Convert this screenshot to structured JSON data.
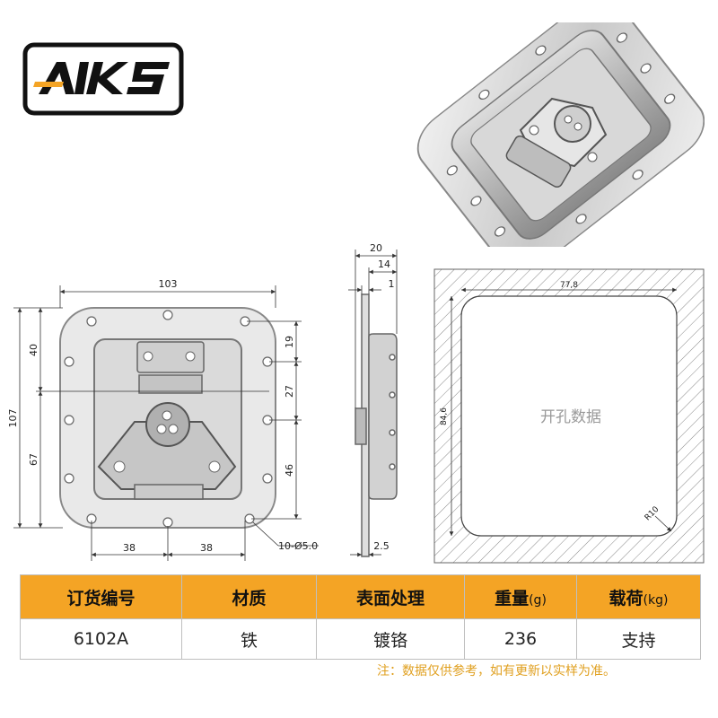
{
  "brand": {
    "logo_text": "AIKS"
  },
  "drawing": {
    "width": "103",
    "height": "107",
    "top_offset": "40",
    "bottom_offset": "67",
    "hole_spacing_left": "38",
    "hole_spacing_right": "38",
    "right_dim_1": "19",
    "right_dim_2": "27",
    "right_dim_3": "46",
    "holes": "10-Ø5.0",
    "side_depth": "20",
    "side_inner": "14",
    "side_flange": "1",
    "side_thickness": "2.5"
  },
  "cutout": {
    "label": "开孔数据",
    "width": "77,8",
    "height": "84,6",
    "radius": "R10"
  },
  "table": {
    "headers": [
      {
        "label": "订货编号",
        "unit": ""
      },
      {
        "label": "材质",
        "unit": ""
      },
      {
        "label": "表面处理",
        "unit": ""
      },
      {
        "label": "重量",
        "unit": "(g)"
      },
      {
        "label": "载荷",
        "unit": "(kg)"
      }
    ],
    "values": [
      "6102A",
      "铁",
      "镀铬",
      "236",
      "支持"
    ]
  },
  "note": "注：数据仅供参考，如有更新以实样为准。"
}
